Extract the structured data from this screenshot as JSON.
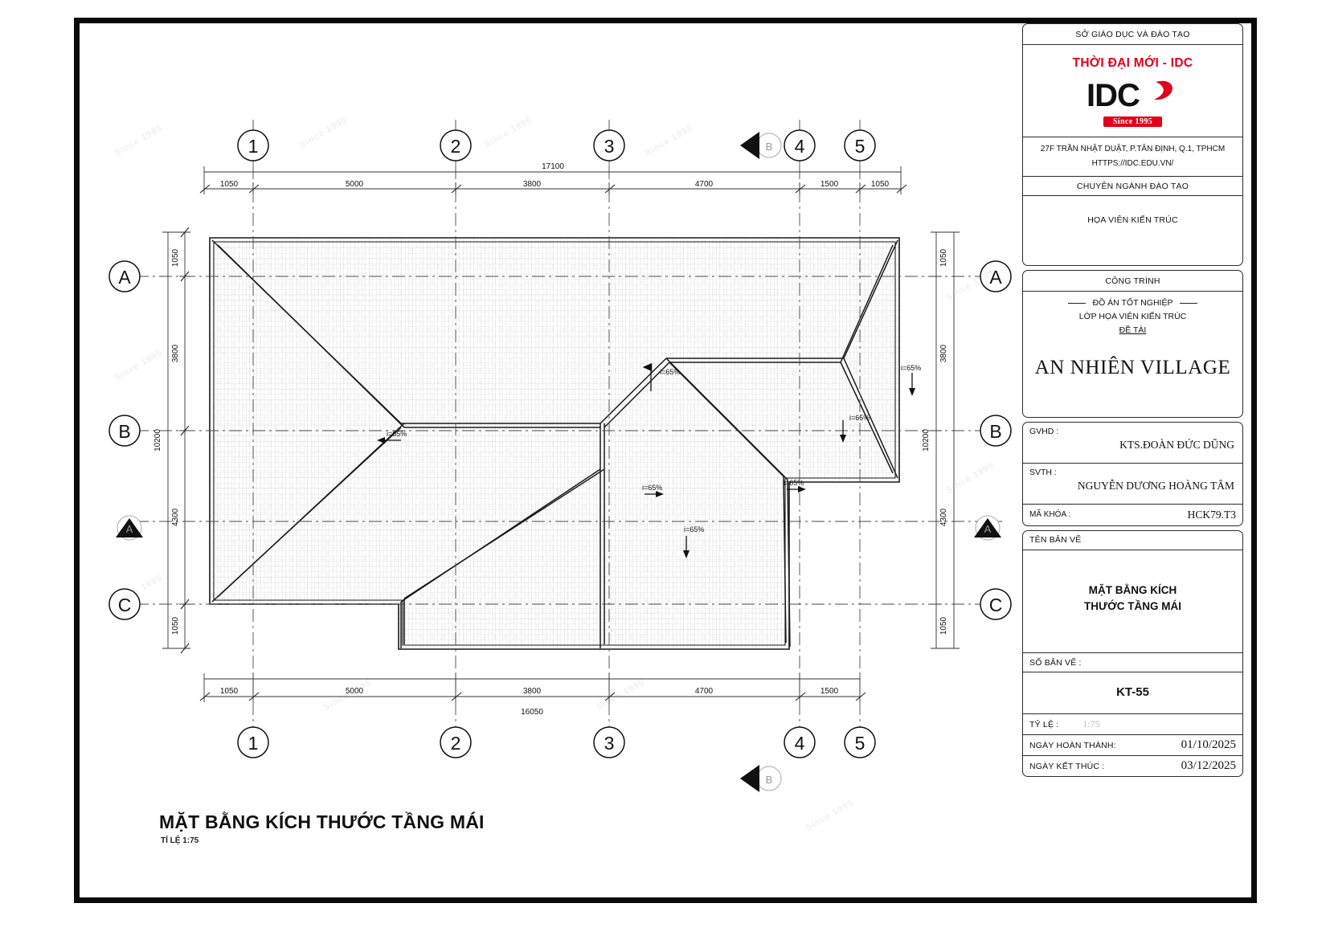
{
  "sheet": {
    "caption_title": "MẶT BẰNG KÍCH THƯỚC TẦNG MÁI",
    "caption_scale": "TỈ LỆ 1:75",
    "watermark": "Since 1995"
  },
  "titleblock": {
    "authority": "SỞ GIÁO DỤC VÀ ĐÀO TẠO",
    "logo_title": "THỜI ĐẠI MỚI - IDC",
    "logo_mark": "IDC",
    "since": "Since 1995",
    "address_line1": "27F TRẦN NHẬT DUẬT, P.TÂN ĐỊNH, Q.1, TPHCM",
    "address_line2": "HTTPS://IDC.EDU.VN/",
    "major_label": "CHUYÊN NGÀNH ĐÀO TẠO",
    "major_value": "HỌA VIÊN KIẾN TRÚC",
    "project_label": "CÔNG TRÌNH",
    "project_line1": "ĐỒ ÁN TỐT NGHIỆP",
    "project_line2": "LỚP HỌA VIÊN KIẾN TRÚC",
    "project_line3": "ĐỀ TÀI",
    "project_name": "AN NHIÊN VILLAGE",
    "gvhd_label": "GVHD  :",
    "gvhd_value": "KTS.ĐOÀN ĐỨC DŨNG",
    "svth_label": "SVTH :",
    "svth_value": "NGUYỄN DƯƠNG HOÀNG TÂM",
    "makhoa_label": "MÃ KHÓA   :",
    "makhoa_value": "HCK79.T3",
    "drawing_name_label": "TÊN BẢN VẼ",
    "drawing_name_line1": "MẶT BẰNG KÍCH",
    "drawing_name_line2": "THƯỚC TẦNG MÁI",
    "sheet_no_label": "SỐ BẢN VẼ :",
    "sheet_no_value": "KT-55",
    "scale_label": "TỶ LỆ :",
    "scale_value": "1:75",
    "start_date_label": "NGÀY HOÀN THÀNH:",
    "start_date_value": "01/10/2025",
    "end_date_label": "NGÀY KẾT THÚC  :",
    "end_date_value": "03/12/2025",
    "accent_color": "#e2001a"
  },
  "plan": {
    "grid_columns_top": [
      "1",
      "2",
      "3",
      "4",
      "5"
    ],
    "grid_columns_bottom": [
      "1",
      "2",
      "3",
      "4",
      "5"
    ],
    "grid_rows_left": [
      "A",
      "B",
      "C"
    ],
    "grid_rows_right": [
      "A",
      "B",
      "C"
    ],
    "section_marks": [
      "B",
      "A",
      "A",
      "B"
    ],
    "dim_top_total": "17100",
    "dim_top_chain": [
      "1050",
      "5000",
      "3800",
      "4700",
      "1500",
      "1050"
    ],
    "dim_bottom_total": "16050",
    "dim_bottom_chain": [
      "1050",
      "5000",
      "3800",
      "4700",
      "1500"
    ],
    "dim_left_total": "10200",
    "dim_left_chain": [
      "1050",
      "3800",
      "4300",
      "1050"
    ],
    "dim_right_total": "10200",
    "dim_right_chain": [
      "1050",
      "3800",
      "4300",
      "1050"
    ],
    "slopes": [
      {
        "label": "i=65%",
        "dir": "up"
      },
      {
        "label": "i=65%",
        "dir": "left"
      },
      {
        "label": "i=65%",
        "dir": "down"
      },
      {
        "label": "i=65%",
        "dir": "down"
      },
      {
        "label": "i=65%",
        "dir": "right"
      },
      {
        "label": "i=65%",
        "dir": "right"
      },
      {
        "label": "i=65%",
        "dir": "down"
      }
    ]
  }
}
